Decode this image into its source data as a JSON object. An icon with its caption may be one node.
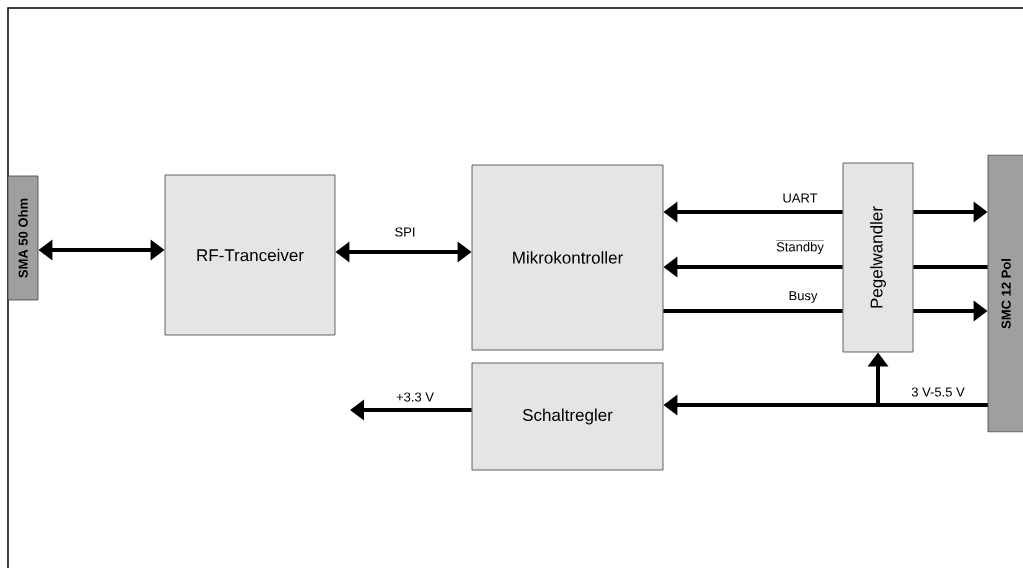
{
  "diagram": {
    "nodes": [
      {
        "text": [
          "SMA 50 Ohm"
        ]
      },
      {
        "text": [
          "RF-Tranceiver"
        ]
      },
      {
        "text": [
          "Mikrokontroller"
        ]
      },
      {
        "text": [
          "Pegelwandler"
        ]
      },
      {
        "text": [
          "SMC 12 Pol"
        ]
      },
      {
        "text": [
          "Schaltregler"
        ]
      }
    ],
    "edges": [
      {
        "from": 0,
        "to": 1,
        "arrow": "both"
      },
      {
        "from": 1,
        "to": 2,
        "arrow": "both",
        "label": "SPI"
      },
      {
        "from": 3,
        "to": 2,
        "arrow": "to",
        "label": "UART"
      },
      {
        "from": 3,
        "to": 4,
        "arrow": "to"
      },
      {
        "from": 3,
        "to": 2,
        "arrow": "to",
        "label": "Standby"
      },
      {
        "from": 4,
        "to": 3,
        "arrow": "none"
      },
      {
        "from": 2,
        "to": 3,
        "arrow": "none",
        "label": "Busy"
      },
      {
        "from": 3,
        "to": 4,
        "arrow": "to"
      },
      {
        "from": 4,
        "to": 5,
        "arrow": "to",
        "label": "3 V-5.5 V"
      },
      {
        "from": 4,
        "to": 3,
        "arrow": "to"
      },
      {
        "from": 5,
        "to": null,
        "arrow": "to",
        "label": "+3.3 V"
      }
    ]
  }
}
